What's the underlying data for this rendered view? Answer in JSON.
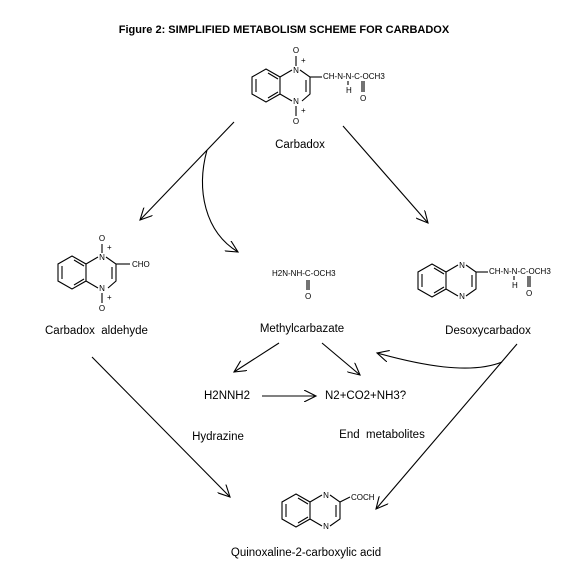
{
  "title": "Figure 2:  SIMPLIFIED METABOLISM SCHEME FOR CARBADOX",
  "compounds": {
    "carbadox": {
      "name": "Carbadox",
      "side_chain": "CH-N-N-C-OCH3",
      "h": "H",
      "o_side": "O",
      "o_top": "O",
      "o_bottom": "O",
      "n": "N",
      "plus": "+"
    },
    "aldehyde": {
      "name": "Carbadox  aldehyde",
      "group": "CHO",
      "o_top": "O",
      "o_bottom": "O",
      "n": "N",
      "plus": "+"
    },
    "methylcarbazate": {
      "name": "Methylcarbazate",
      "formula": "H2N-NH-C-OCH3",
      "o": "O"
    },
    "desoxycarbadox": {
      "name": "Desoxycarbadox",
      "side_chain": "CH-N-N-C-OCH3",
      "h": "H",
      "o_side": "O",
      "n": "N"
    },
    "hydrazine": {
      "name": "Hydrazine",
      "formula": "H2NNH2"
    },
    "end": {
      "name": "End  metabolites",
      "formula": "N2+CO2+NH3?"
    },
    "qca": {
      "name": "Quinoxaline-2-carboxylic acid",
      "group": "COCH",
      "n": "N"
    }
  }
}
